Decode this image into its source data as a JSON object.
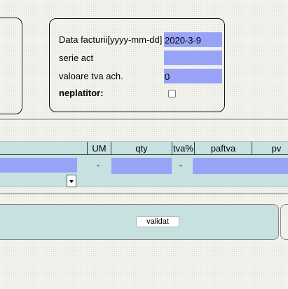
{
  "invoice": {
    "date_label": "Data facturii[yyyy-mm-dd]",
    "date_value": "2020-3-9",
    "series_label": "serie act",
    "series_value": "",
    "vat_label": "valoare tva ach.",
    "vat_value": "0",
    "nonpayer_label": "neplatitor:",
    "nonpayer_checked": false
  },
  "table": {
    "columns": [
      "UM",
      "qty",
      "tva%",
      "paftva",
      "pv"
    ],
    "row": {
      "product_value": "",
      "um_value": "-",
      "qty_value": "",
      "vat_percent_value": "-",
      "price_without_vat_value": "",
      "price_value": ""
    }
  },
  "actions": {
    "validate_label": "validat"
  },
  "colors": {
    "field_blue": "#98a3f7",
    "band_teal": "#c6e1e0"
  }
}
